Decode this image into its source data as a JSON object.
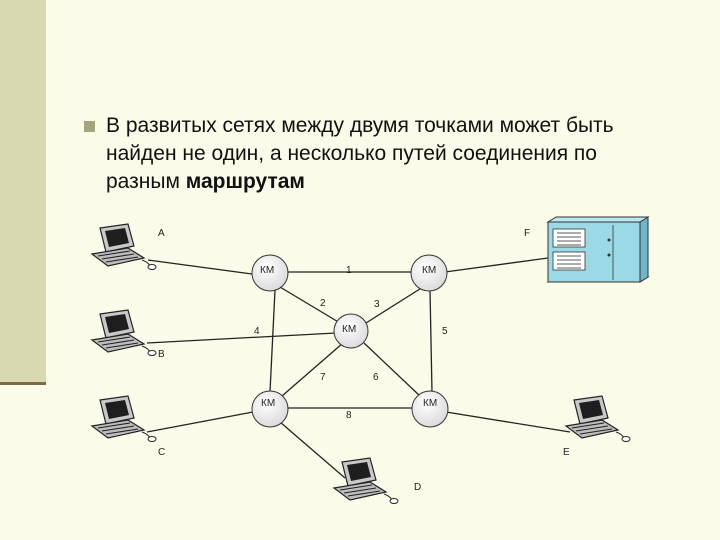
{
  "slide": {
    "bullet_text_before": "В развитых сетях между двумя точками может быть найден не один, а несколько путей соединения по разным ",
    "bullet_text_bold": "маршрутам"
  },
  "diagram": {
    "switch_label": "КМ",
    "endpoints": {
      "A": "A",
      "B": "B",
      "C": "C",
      "D": "D",
      "E": "E",
      "F": "F"
    },
    "links": {
      "l1": "1",
      "l2": "2",
      "l3": "3",
      "l4": "4",
      "l5": "5",
      "l6": "6",
      "l7": "7",
      "l8": "8"
    }
  },
  "colors": {
    "background": "#fbfbe9",
    "sidebar": "#d8d9b0",
    "bullet": "#a4a57a",
    "server": "#9ad9e6"
  }
}
